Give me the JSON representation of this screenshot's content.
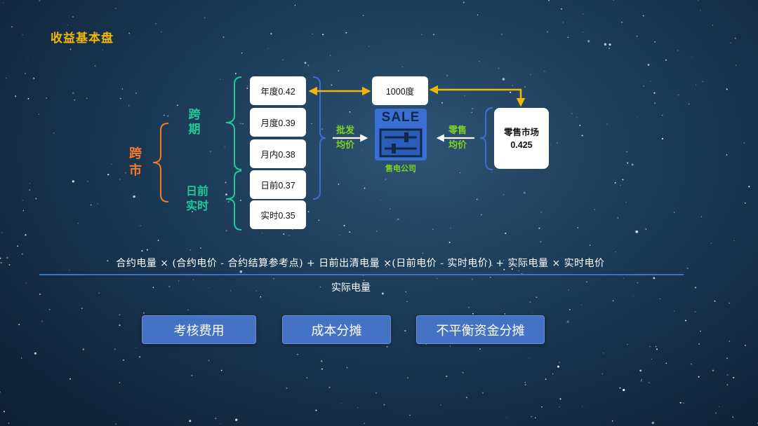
{
  "page": {
    "title": "收益基本盘"
  },
  "diagram": {
    "cross_market": "跨\n市",
    "cross_period": "跨\n期",
    "day_ahead_realtime": "日前\n实时",
    "price_boxes": [
      "年度0.42",
      "月度0.39",
      "月内0.38",
      "日前0.37",
      "实时0.35"
    ],
    "wholesale_label": "批发\n均价",
    "center_volume": "1000度",
    "sale_sign": "SALE",
    "company_label": "售电公司",
    "retail_label": "零售\n均价",
    "retail_market": "零售市场\n0.425"
  },
  "formula": {
    "numerator": "合约电量 × (合约电价 - 合约结算参考点) + 日前出清电量 ×(日前电价 - 实时电价) + 实际电量 × 实时电价",
    "denominator": "实际电量"
  },
  "buttons": [
    "考核费用",
    "成本分摊",
    "不平衡资金分摊"
  ],
  "colors": {
    "title": "#f2b705",
    "accent_green": "#20c997",
    "accent_orange": "#f07a2a",
    "arrow_gold": "#f2b705",
    "bracket_blue": "#3a6fd0",
    "button_blue": "#4472c4",
    "tag_green": "#7ed321"
  }
}
